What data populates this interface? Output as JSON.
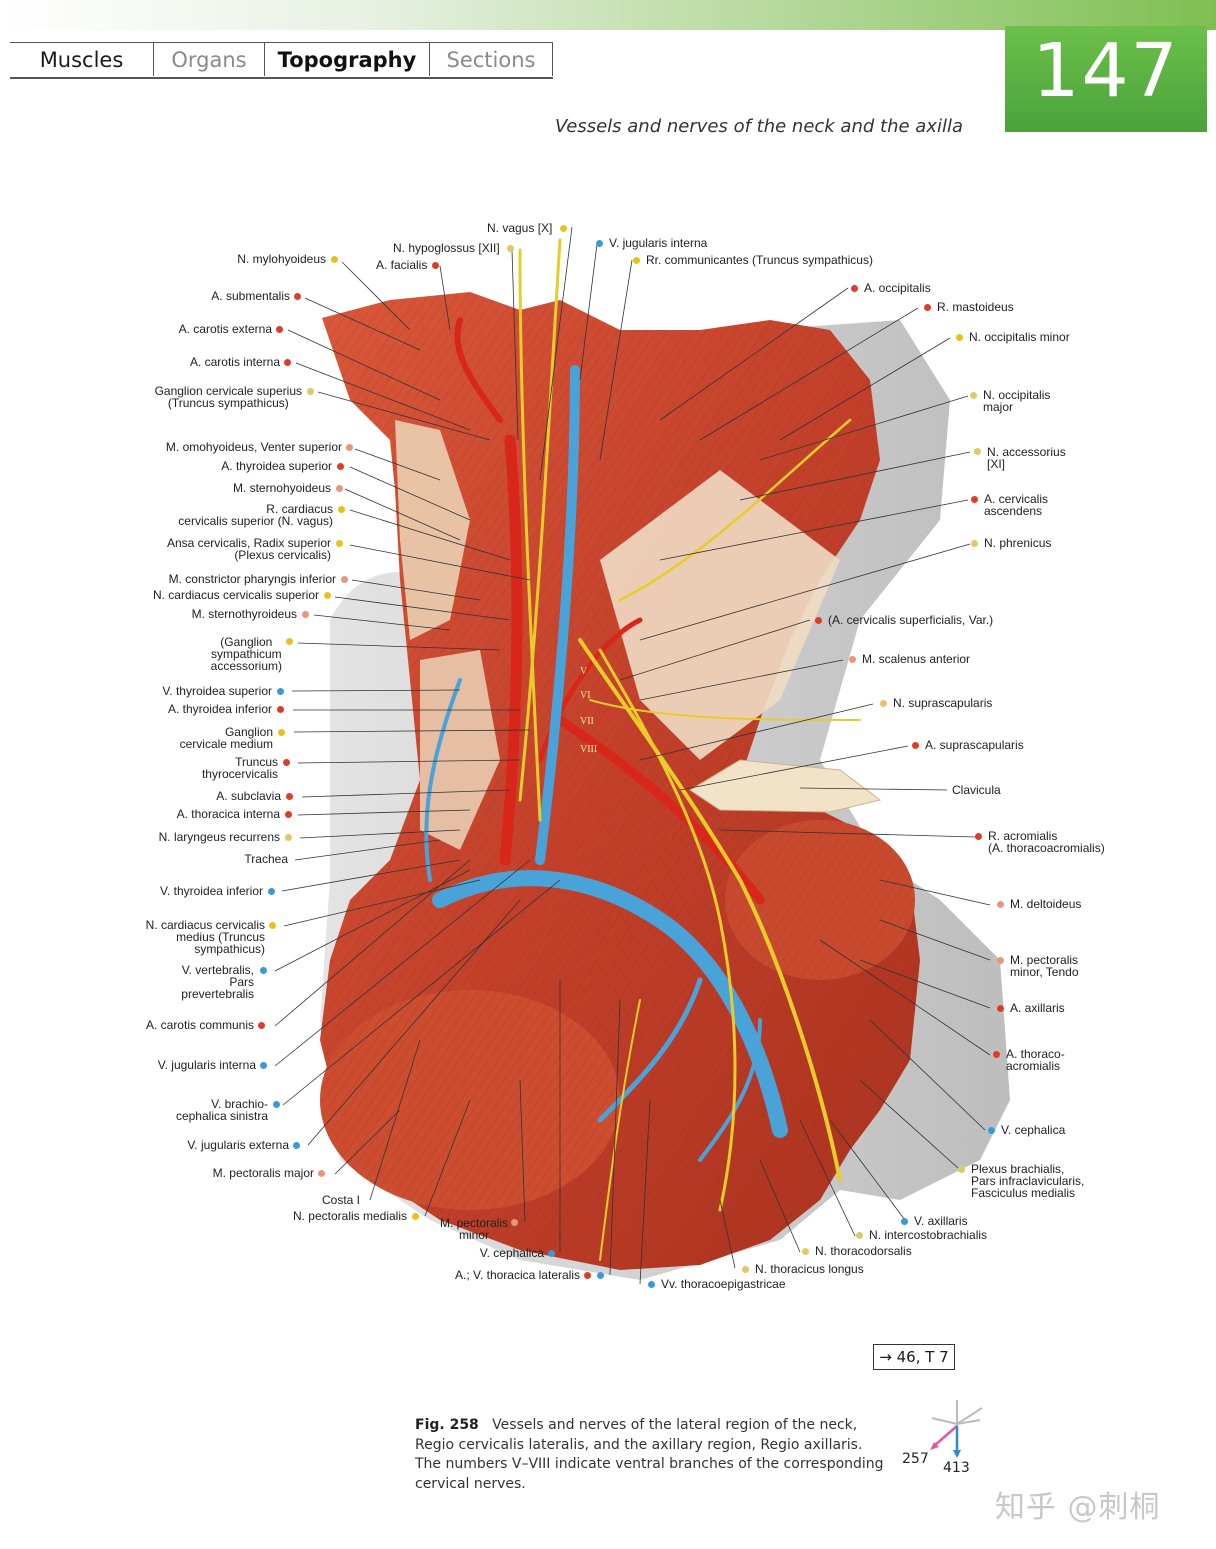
{
  "header": {
    "tabs": [
      {
        "label": "Muscles",
        "state": "normal"
      },
      {
        "label": "Organs",
        "state": "muted"
      },
      {
        "label": "Topography",
        "state": "active"
      },
      {
        "label": "Sections",
        "state": "muted"
      }
    ],
    "page_number": "147",
    "subtitle": "Vessels and nerves of the neck and the axilla",
    "accent_color": "#5db443"
  },
  "legend_colors": {
    "artery": "#e03a2a",
    "vein": "#3a9ad9",
    "nerve": "#e6c21e",
    "muscle": "#e8957a",
    "ganglion": "#e0c86a"
  },
  "labels_left": [
    {
      "text": "N. mylohyoideus",
      "kind": "nerve"
    },
    {
      "text": "A. submentalis",
      "kind": "artery"
    },
    {
      "text": "A. carotis externa",
      "kind": "artery"
    },
    {
      "text": "A. carotis interna",
      "kind": "artery"
    },
    {
      "text": "Ganglion cervicale superius\n(Truncus sympathicus)",
      "kind": "ganglion"
    },
    {
      "text": "M. omohyoideus, Venter superior",
      "kind": "muscle"
    },
    {
      "text": "A. thyroidea superior",
      "kind": "artery"
    },
    {
      "text": "M. sternohyoideus",
      "kind": "muscle"
    },
    {
      "text": "R. cardiacus\ncervicalis superior (N. vagus)",
      "kind": "nerve"
    },
    {
      "text": "Ansa cervicalis, Radix superior\n(Plexus cervicalis)",
      "kind": "nerve"
    },
    {
      "text": "M. constrictor pharyngis inferior",
      "kind": "muscle"
    },
    {
      "text": "N. cardiacus cervicalis superior",
      "kind": "nerve"
    },
    {
      "text": "M. sternothyroideus",
      "kind": "muscle"
    },
    {
      "text": "(Ganglion\nsympathicum\naccessorium)",
      "kind": "nerve"
    },
    {
      "text": "V. thyroidea superior",
      "kind": "vein"
    },
    {
      "text": "A. thyroidea inferior",
      "kind": "artery"
    },
    {
      "text": "Ganglion\ncervicale medium",
      "kind": "nerve"
    },
    {
      "text": "Truncus\nthyrocervicalis",
      "kind": "artery"
    },
    {
      "text": "A. subclavia",
      "kind": "artery"
    },
    {
      "text": "A. thoracica interna",
      "kind": "artery"
    },
    {
      "text": "N. laryngeus recurrens",
      "kind": "ganglion"
    },
    {
      "text": "Trachea",
      "kind": "none"
    },
    {
      "text": "V. thyroidea inferior",
      "kind": "vein"
    },
    {
      "text": "N. cardiacus cervicalis\nmedius (Truncus\nsympathicus)",
      "kind": "nerve"
    },
    {
      "text": "V. vertebralis,\nPars\nprevertebralis",
      "kind": "vein"
    },
    {
      "text": "A. carotis communis",
      "kind": "artery"
    },
    {
      "text": "V. jugularis interna",
      "kind": "vein"
    },
    {
      "text": "V. brachio-\ncephalica sinistra",
      "kind": "vein"
    },
    {
      "text": "V. jugularis externa",
      "kind": "vein"
    },
    {
      "text": "M. pectoralis major",
      "kind": "muscle"
    },
    {
      "text": "Costa I",
      "kind": "none"
    },
    {
      "text": "N. pectoralis medialis",
      "kind": "nerve"
    }
  ],
  "labels_top": [
    {
      "text": "N. vagus [X]",
      "kind": "nerve"
    },
    {
      "text": "N. hypoglossus [XII]",
      "kind": "ganglion"
    },
    {
      "text": "A. facialis",
      "kind": "artery"
    },
    {
      "text": "V. jugularis interna",
      "kind": "vein"
    },
    {
      "text": "Rr. communicantes (Truncus sympathicus)",
      "kind": "nerve"
    }
  ],
  "labels_right": [
    {
      "text": "A. occipitalis",
      "kind": "artery"
    },
    {
      "text": "R. mastoideus",
      "kind": "artery"
    },
    {
      "text": "N. occipitalis minor",
      "kind": "nerve"
    },
    {
      "text": "N. occipitalis\nmajor",
      "kind": "ganglion"
    },
    {
      "text": "N. accessorius\n[XI]",
      "kind": "ganglion"
    },
    {
      "text": "A. cervicalis\nascendens",
      "kind": "artery"
    },
    {
      "text": "N. phrenicus",
      "kind": "ganglion"
    },
    {
      "text": "(A. cervicalis superficialis, Var.)",
      "kind": "artery"
    },
    {
      "text": "M. scalenus anterior",
      "kind": "muscle"
    },
    {
      "text": "N. suprascapularis",
      "kind": "ganglion"
    },
    {
      "text": "A. suprascapularis",
      "kind": "artery"
    },
    {
      "text": "Clavicula",
      "kind": "none"
    },
    {
      "text": "R. acromialis\n(A. thoracoacromialis)",
      "kind": "artery"
    },
    {
      "text": "M. deltoideus",
      "kind": "muscle"
    },
    {
      "text": "M. pectoralis\nminor, Tendo",
      "kind": "muscle"
    },
    {
      "text": "A. axillaris",
      "kind": "artery"
    },
    {
      "text": "A. thoraco-\nacromialis",
      "kind": "artery"
    },
    {
      "text": "V. cephalica",
      "kind": "vein"
    },
    {
      "text": "Plexus brachialis,\nPars infraclavicularis,\nFasciculus medialis",
      "kind": "ganglion"
    },
    {
      "text": "V. axillaris",
      "kind": "vein"
    },
    {
      "text": "N. intercostobrachialis",
      "kind": "ganglion"
    },
    {
      "text": "N. thoracodorsalis",
      "kind": "ganglion"
    },
    {
      "text": "N. thoracicus longus",
      "kind": "ganglion"
    },
    {
      "text": "Vv. thoracoepigastricae",
      "kind": "vein"
    }
  ],
  "labels_bottom": [
    {
      "text": "M. pectoralis\nminor",
      "kind": "muscle"
    },
    {
      "text": "V. cephalica",
      "kind": "vein"
    },
    {
      "text": "A.; V. thoracica lateralis",
      "kind": "artery+vein"
    }
  ],
  "cervical_nerve_numerals": [
    "V",
    "VI",
    "VII",
    "VIII"
  ],
  "cross_ref": "→ 46, T 7",
  "caption": {
    "figure": "Fig. 258",
    "text": "Vessels and nerves of the lateral region of the neck, Regio cervicalis lateralis, and the axillary region, Regio axillaris. The numbers V–VIII indicate ventral branches of the corresponding cervical nerves."
  },
  "orientation_pages": {
    "left": "257",
    "bottom": "413"
  },
  "watermark": "知乎 @刺桐"
}
